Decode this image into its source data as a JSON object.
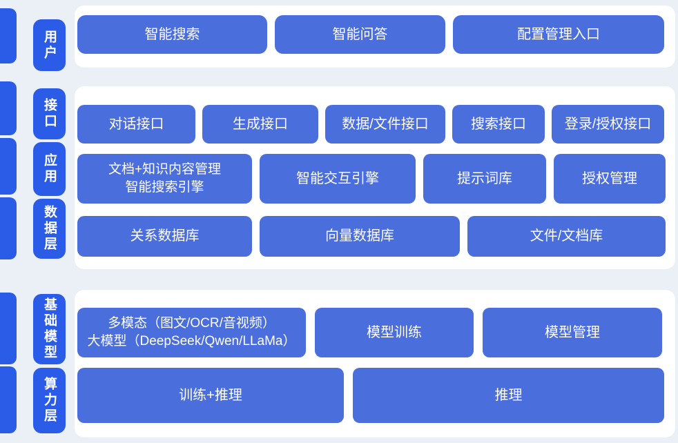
{
  "layers": [
    {
      "label": "用户"
    },
    {
      "label": "接口"
    },
    {
      "label": "应用"
    },
    {
      "label": "数据层"
    },
    {
      "label": "基础模型"
    },
    {
      "label": "算力层"
    }
  ],
  "row_user": [
    "智能搜索",
    "智能问答",
    "配置管理入口"
  ],
  "row_interface": [
    "对话接口",
    "生成接口",
    "数据/文件接口",
    "搜索接口",
    "登录/授权接口"
  ],
  "row_application": [
    {
      "line1": "文档+知识内容管理",
      "line2": "智能搜索引擎"
    },
    "智能交互引擎",
    "提示词库",
    "授权管理"
  ],
  "row_data": [
    "关系数据库",
    "向量数据库",
    "文件/文档库"
  ],
  "row_model": [
    {
      "line1": "多模态（图文/OCR/音视频）",
      "line2": "大模型（DeepSeek/Qwen/LLaMa）"
    },
    "模型训练",
    "模型管理"
  ],
  "row_compute": [
    "训练+推理",
    "推理"
  ],
  "colors": {
    "layer_label_blue": "#2b5ce8",
    "box_blue": "#4a6edb",
    "panel_white": "#ffffff",
    "background": "#ebeff6",
    "text_white": "#ffffff"
  }
}
